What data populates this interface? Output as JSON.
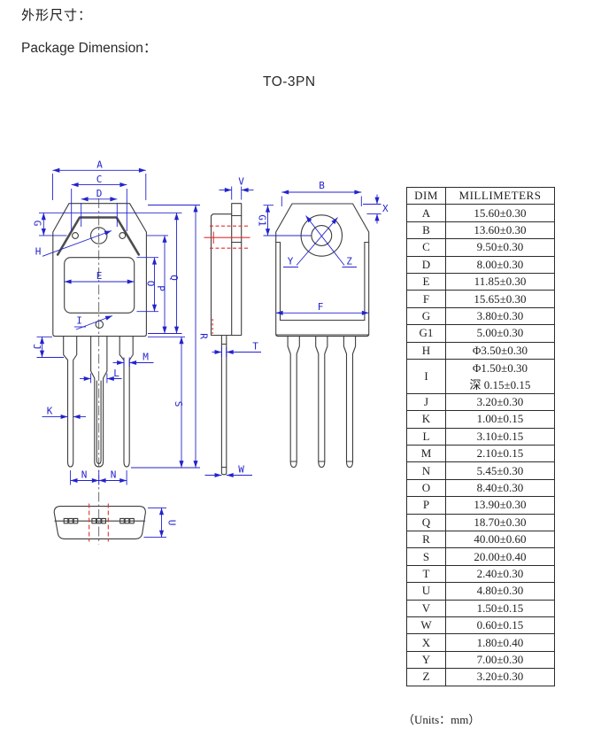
{
  "page": {
    "title_cn": "外形尺寸：",
    "title_en": "Package Dimension：",
    "package_name": "TO-3PN",
    "units_note": "（Units：mm）"
  },
  "colors": {
    "dimension_blue": "#2323cd",
    "outline_gray": "#3d3d3d",
    "centerline_red": "#e03030"
  },
  "labels": {
    "A": "A",
    "B": "B",
    "C": "C",
    "D": "D",
    "E": "E",
    "F": "F",
    "G": "G",
    "G1": "G1",
    "H": "H",
    "I": "I",
    "J": "J",
    "K": "K",
    "L": "L",
    "M": "M",
    "N": "N",
    "O": "O",
    "P": "P",
    "Q": "Q",
    "R": "R",
    "S": "S",
    "T": "T",
    "U": "U",
    "V": "V",
    "W": "W",
    "X": "X",
    "Y": "Y",
    "Z": "Z"
  },
  "table": {
    "headers": {
      "dim": "DIM",
      "millimeters": "MILLIMETERS"
    },
    "rows": [
      {
        "dim": "A",
        "value": "15.60±0.30"
      },
      {
        "dim": "B",
        "value": "13.60±0.30"
      },
      {
        "dim": "C",
        "value": "9.50±0.30"
      },
      {
        "dim": "D",
        "value": "8.00±0.30"
      },
      {
        "dim": "E",
        "value": "11.85±0.30"
      },
      {
        "dim": "F",
        "value": "15.65±0.30"
      },
      {
        "dim": "G",
        "value": "3.80±0.30"
      },
      {
        "dim": "G1",
        "value": "5.00±0.30"
      },
      {
        "dim": "H",
        "value": "Φ3.50±0.30"
      },
      {
        "dim": "I",
        "value": "Φ1.50±0.30",
        "value2": "深 0.15±0.15"
      },
      {
        "dim": "J",
        "value": "3.20±0.30"
      },
      {
        "dim": "K",
        "value": "1.00±0.15"
      },
      {
        "dim": "L",
        "value": "3.10±0.15"
      },
      {
        "dim": "M",
        "value": "2.10±0.15"
      },
      {
        "dim": "N",
        "value": "5.45±0.30"
      },
      {
        "dim": "O",
        "value": "8.40±0.30"
      },
      {
        "dim": "P",
        "value": "13.90±0.30"
      },
      {
        "dim": "Q",
        "value": "18.70±0.30"
      },
      {
        "dim": "R",
        "value": "40.00±0.60"
      },
      {
        "dim": "S",
        "value": "20.00±0.40"
      },
      {
        "dim": "T",
        "value": "2.40±0.30"
      },
      {
        "dim": "U",
        "value": "4.80±0.30"
      },
      {
        "dim": "V",
        "value": "1.50±0.15"
      },
      {
        "dim": "W",
        "value": "0.60±0.15"
      },
      {
        "dim": "X",
        "value": "1.80±0.40"
      },
      {
        "dim": "Y",
        "value": "7.00±0.30"
      },
      {
        "dim": "Z",
        "value": "3.20±0.30"
      }
    ]
  }
}
